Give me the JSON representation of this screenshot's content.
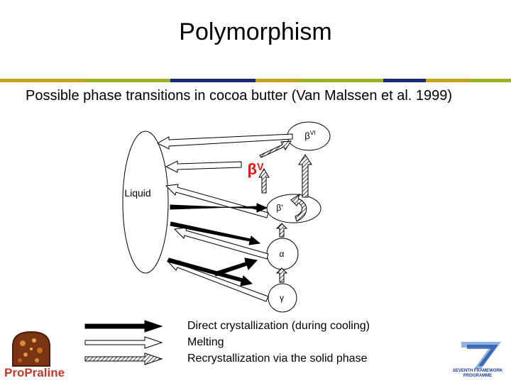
{
  "slide": {
    "title": "Polymorphism",
    "subtitle": "Possible phase transitions in cocoa butter (Van Malssen et al.  1999)",
    "accent_colors": [
      "#c8a020",
      "#c8a020",
      "#9bb328",
      "#9bb328",
      "#1c2a7a",
      "#1c2a7a",
      "#c8a020",
      "#9bb328",
      "#9bb328",
      "#1c2a7a",
      "#c8a020",
      "#9bb328"
    ]
  },
  "diagram": {
    "phases": {
      "liquid": "Liquid",
      "beta_vi": "βVI",
      "beta_v": "βV",
      "beta_prime": "β'",
      "alpha": "α",
      "gamma": "γ"
    },
    "beta_v_color": "#dd1a0f"
  },
  "legend": {
    "direct": "Direct crystallization (during cooling)",
    "melting": "Melting",
    "recrystallization": "Recrystallization via the solid phase"
  },
  "logos": {
    "left_name": "ProPraline",
    "right_name_line1": "SEVENTH FRAMEWORK",
    "right_name_line2": "PROGRAMME"
  }
}
